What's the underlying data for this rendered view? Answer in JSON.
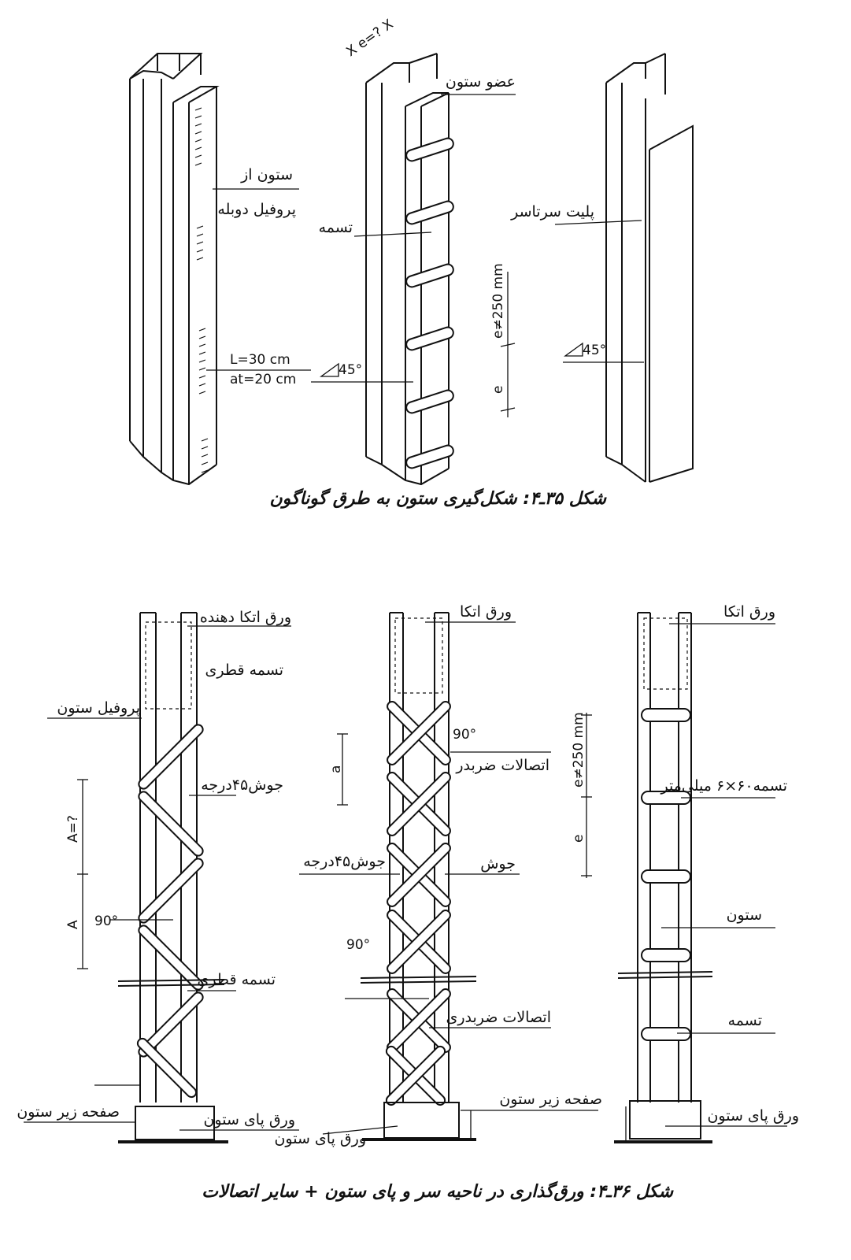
{
  "figure_35": {
    "caption": "شکل ۳۵ـ۴: شکل‌گیری ستون به طرق گوناگون",
    "left": {
      "label_line1": "ستون از",
      "label_line2": "پروفیل دوبله",
      "weld_length": "L=30 cm",
      "weld_spacing": "at=20 cm"
    },
    "middle": {
      "spacing_query": "X e=? X",
      "label_member": "عضو ستون",
      "label_strap": "تسمه",
      "angle": "45°",
      "spacing_max": "e≠250 mm",
      "spacing": "e"
    },
    "right": {
      "label_plate": "پلیت سرتاسر",
      "angle": "45°"
    }
  },
  "figure_36": {
    "caption": "شکل ۳۶ـ۴: ورق‌گذاری در ناحیه سر و پای ستون + سایر اتصالات",
    "left": {
      "top_plate": "ورق اتکا دهنده",
      "diag_strap_top": "تسمه قطری",
      "profile": "پروفیل ستون",
      "weld": "جوش۴۵درجه",
      "dim_a_query": "A=?",
      "dim_a": "A",
      "angle": "90°",
      "diag_strap": "تسمه قطری",
      "base_underplate": "صفحه زیر ستون",
      "base_plate": "ورق پای ستون"
    },
    "middle": {
      "top_plate": "ورق اتکا",
      "angle": "90°",
      "dim_a": "a",
      "cross_joint": "اتصالات ضربدر",
      "weld45": "جوش۴۵درجه",
      "weld": "جوش",
      "angle2": "90°",
      "cross_joints": "اتصالات ضربدری",
      "base_underplate": "صفحه زیر ستون",
      "base_plate": "ورق پای ستون"
    },
    "right": {
      "top_plate": "ورق اتکا",
      "spacing_max": "e≠250 mm",
      "strap_size": "تسمه۶۰×۶ میلی‌متر",
      "spacing": "e",
      "column": "ستون",
      "strap": "تسمه",
      "base_plate": "ورق پای ستون"
    }
  }
}
